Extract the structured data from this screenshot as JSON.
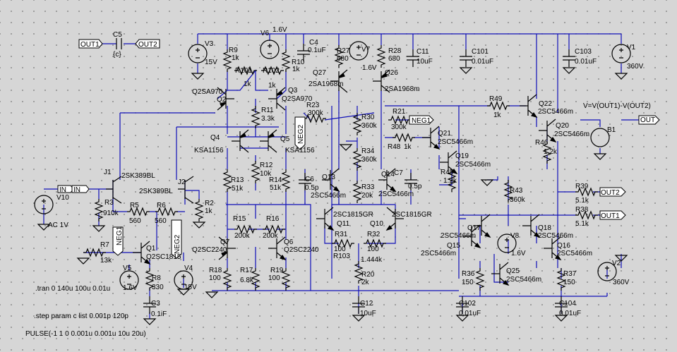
{
  "labels": {
    "out1_left": "OUT1",
    "out2_left": "OUT2",
    "c5": "C5",
    "c5_val": "{c}",
    "v3": "V3",
    "v3_val": "15V",
    "v6": "V6",
    "v6_val": "1.6V",
    "c4": "C4",
    "c4_val": "0.1uF",
    "r27": "R27",
    "r27_val": "680",
    "v7": "V7",
    "v7_val": "1.6V",
    "r28": "R28",
    "r28_val": "680",
    "c11": "C11",
    "c11_val": "10uF",
    "c101": "C101",
    "c101_val": "0.01uF",
    "c103": "C103",
    "c103_val": "0.01uF",
    "v1": "V1",
    "v1_val": "360V",
    "r9": "R9",
    "r9_val": "1k",
    "r101": "R101",
    "r101_val": "1k",
    "r102": "R102",
    "r102_val": "1k",
    "r10": "R10",
    "r10_val": "1k",
    "q27": "Q27",
    "q27_val": "2SA1968m",
    "q26": "Q26",
    "q26_val": "2SA1968m",
    "q2": "Q2",
    "q2_val": "Q2SA970",
    "q3": "Q3",
    "q3_val": "Q2SA970",
    "r11": "R11",
    "r11_val": "3.3k",
    "r23": "R23",
    "r23_val": "300k",
    "neg2": "NEG2",
    "r30": "R30",
    "r30_val": "360k",
    "r21": "R21",
    "r21_val": "300k",
    "neg1_flag": "NEG1",
    "r49": "R49",
    "r49_val": "1k",
    "q22": "Q22",
    "q22_val": "2SC5466m",
    "formula": "V=V(OUT1)-V(OUT2)",
    "out_flag": "OUT",
    "b1": "B1",
    "q4": "Q4",
    "q4_val": "KSA1156",
    "q5": "Q5",
    "q5_val": "KSA1156",
    "r48": "R48",
    "r48_val": "1k",
    "q21": "Q21",
    "q21_val": "2SC5466m",
    "q20": "Q20",
    "q20_val": "2SC5466m",
    "r46": "R46",
    "r46_val": "1.2k",
    "j1": "J1",
    "j1_val": "2SK389BL",
    "r34": "R34",
    "r34_val": "360k",
    "q19": "Q19",
    "q19_val": "2SC5466m",
    "r12": "R12",
    "r12_val": "10k",
    "c6": "C6",
    "c6_val": "0.5p",
    "q13": "Q13",
    "q14": "Q14",
    "c7": "C7",
    "c7_val": "0.5p",
    "r45": "R45",
    "r45_val": "1.2k",
    "j2": "J2",
    "j2_val": "2SK389BL",
    "in_flag": "IN",
    "in_flag2": "IN",
    "v10": "V10",
    "v10_val": "AC 1V",
    "r13": "R13",
    "r13_val": "51k",
    "r14": "R14",
    "r14_val": "51k",
    "r33": "R33",
    "r33_val": "20k",
    "q13_val": "2SC5466m",
    "q14_val": "2SC5466m",
    "r39": "R39",
    "r39_val": "5.1k",
    "out2_flag": "OUT2",
    "r3": "R3",
    "r3_val": "910k",
    "r5": "R5",
    "r5_val": "560",
    "r6": "R6",
    "r6_val": "560",
    "r2": "R2",
    "r2_val": "1k",
    "q11_val": "2SC1815GR",
    "q10_val": "2SC1815GR",
    "r43": "R43",
    "r43_val": "360k",
    "r38": "R38",
    "r38_val": "5.1k",
    "out1_flag": "OUT1",
    "r15": "R15",
    "r15_val": "200k",
    "r16": "R16",
    "r16_val": "200k",
    "q11": "Q11",
    "q10": "Q10",
    "q17": "Q17",
    "q17_val": "2SC5466m",
    "v8": "V8",
    "v8_val": "1.6V",
    "q18": "Q18",
    "q18_val": "2SC5466m",
    "neg1_left": "NEG1",
    "r31": "R31",
    "r31_val": "100",
    "r32": "R32",
    "r32_val": "100",
    "q7": "Q7",
    "q7_val": "Q2SC2240",
    "q6": "Q6",
    "q6_val": "Q2SC2240",
    "r7": "R7",
    "r7_val": "13k",
    "q1": "Q1",
    "q1_val": "Q2SC1815",
    "neg2_left": "NEG2",
    "r103": "R103",
    "r103_val": "1.444k",
    "q15": "Q15",
    "q15_val": "2SC5466m",
    "q16": "Q16",
    "q16_val": "2SC5466m",
    "v5": "V5",
    "v5_val": "1.6V",
    "v4": "V4",
    "v4_val": "15V",
    "r18": "R18",
    "r18_val": "100",
    "r17": "R17",
    "r17_val": "6.8k",
    "r19": "R19",
    "r19_val": "100",
    "r20": "R20",
    "r20_val": "2k",
    "q25": "Q25",
    "q25_val": "2SC5466m",
    "r36": "R36",
    "r36_val": "150",
    "r37": "R37",
    "r37_val": "150",
    "v2": "V2",
    "v2_val": "360V",
    "r8": "R8",
    "r8_val": "330",
    "c3": "C3",
    "c3_val": "0.1iF",
    "c12": "C12",
    "c12_val": "10uF",
    "c102": "C102",
    "c102_val": "0.01uF",
    "c104": "C104",
    "c104_val": "0.01uF"
  },
  "directives": {
    "tran": ".tran 0 140u 100u 0.01u",
    "step": ".step param c list 0.001p 120p",
    "pulse": "PULSE(-1 1 0 0.001u 0.001u 10u 20u)"
  }
}
